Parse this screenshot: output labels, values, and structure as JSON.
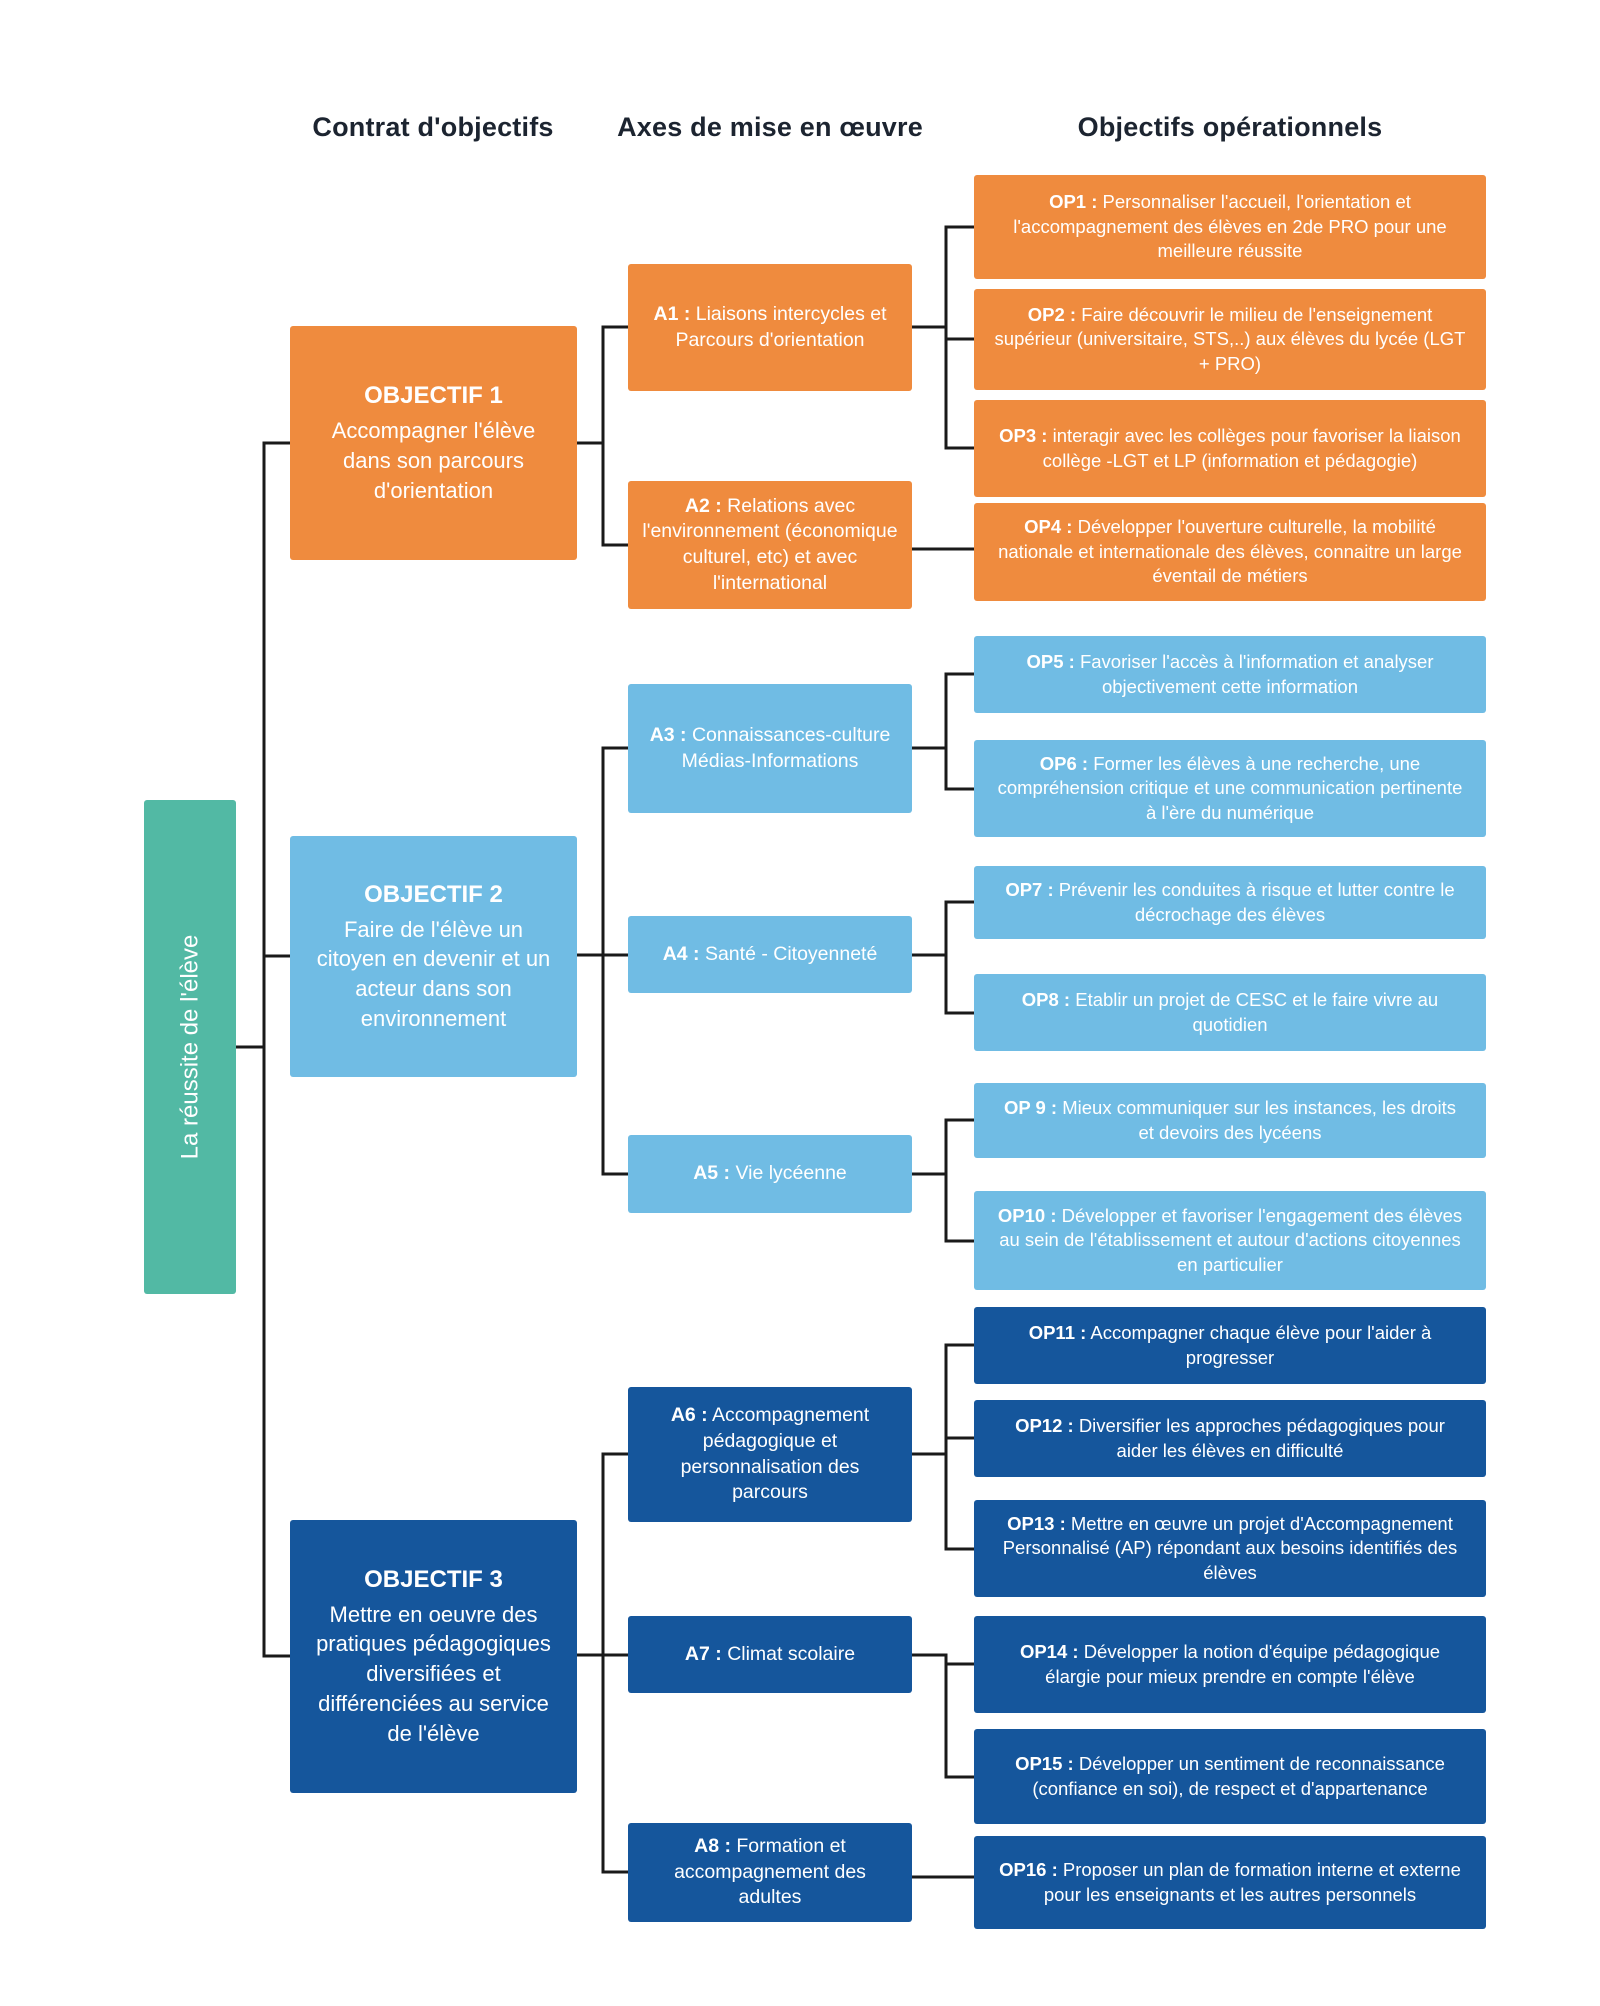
{
  "headers": [
    {
      "label": "Contrat d'objectifs"
    },
    {
      "label": "Axes de mise en œuvre"
    },
    {
      "label": "Objectifs opérationnels"
    }
  ],
  "root": {
    "label": "La réussite de l'élève"
  },
  "objectives": [
    {
      "id": "OBJECTIF 1",
      "text": "Accompagner l'élève dans son parcours d'orientation",
      "theme": "orange"
    },
    {
      "id": "OBJECTIF 2",
      "text": "Faire de l'élève un citoyen en devenir et un acteur dans son environnement",
      "theme": "light_blue"
    },
    {
      "id": "OBJECTIF 3",
      "text": "Mettre en oeuvre des pratiques pédagogiques diversifiées et différenciées au service de l'élève",
      "theme": "dark_blue"
    }
  ],
  "axes": [
    {
      "id": "A1 :",
      "text": "Liaisons intercycles et Parcours d'orientation",
      "theme": "orange"
    },
    {
      "id": "A2 :",
      "text": "Relations avec l'environnement (économique culturel, etc) et avec l'international",
      "theme": "orange"
    },
    {
      "id": "A3 :",
      "text": "Connaissances-culture Médias-Informations",
      "theme": "light_blue"
    },
    {
      "id": "A4 :",
      "text": "Santé - Citoyenneté",
      "theme": "light_blue"
    },
    {
      "id": "A5 :",
      "text": "Vie lycéenne",
      "theme": "light_blue"
    },
    {
      "id": "A6 :",
      "text": "Accompagnement pédagogique et personnalisation des parcours",
      "theme": "dark_blue"
    },
    {
      "id": "A7 :",
      "text": "Climat scolaire",
      "theme": "dark_blue"
    },
    {
      "id": "A8 :",
      "text": "Formation et accompagnement des adultes",
      "theme": "dark_blue"
    }
  ],
  "ops": [
    {
      "id": "OP1 :",
      "text": "Personnaliser l'accueil, l'orientation et l'accompagnement des élèves en 2de PRO pour une meilleure réussite",
      "theme": "orange"
    },
    {
      "id": "OP2 :",
      "text": "Faire découvrir le milieu de l'enseignement supérieur (universitaire, STS,..) aux élèves du lycée (LGT + PRO)",
      "theme": "orange"
    },
    {
      "id": "OP3 :",
      "text": "interagir avec les collèges pour favoriser la liaison collège -LGT et LP (information et pédagogie)",
      "theme": "orange"
    },
    {
      "id": "OP4 :",
      "text": "Développer l'ouverture culturelle, la mobilité nationale et internationale des élèves, connaitre un large éventail de métiers",
      "theme": "orange"
    },
    {
      "id": "OP5 :",
      "text": "Favoriser l'accès à l'information et analyser objectivement cette information",
      "theme": "light_blue"
    },
    {
      "id": "OP6 :",
      "text": "Former les élèves à une recherche, une compréhension critique et une communication pertinente à l'ère du numérique",
      "theme": "light_blue"
    },
    {
      "id": "OP7 :",
      "text": "Prévenir les conduites à risque et lutter contre le décrochage des élèves",
      "theme": "light_blue"
    },
    {
      "id": "OP8 :",
      "text": "Etablir un projet de CESC et le faire vivre au quotidien",
      "theme": "light_blue"
    },
    {
      "id": "OP 9 :",
      "text": "Mieux communiquer sur les instances, les droits et devoirs des lycéens",
      "theme": "light_blue"
    },
    {
      "id": "OP10 :",
      "text": "Développer et favoriser l'engagement des élèves au sein de l'établissement et autour d'actions citoyennes en particulier",
      "theme": "light_blue"
    },
    {
      "id": "OP11 :",
      "text": "Accompagner chaque élève pour l'aider à progresser",
      "theme": "dark_blue"
    },
    {
      "id": "OP12 :",
      "text": "Diversifier les approches pédagogiques pour aider les élèves en difficulté",
      "theme": "dark_blue"
    },
    {
      "id": "OP13 :",
      "text": "Mettre en œuvre un projet d'Accompagnement Personnalisé (AP) répondant aux besoins identifiés des élèves",
      "theme": "dark_blue"
    },
    {
      "id": "OP14 :",
      "text": "Développer la notion d'équipe pédagogique élargie pour mieux prendre en compte l'élève",
      "theme": "dark_blue"
    },
    {
      "id": "OP15 :",
      "text": "Développer un sentiment de reconnaissance (confiance en soi), de respect et d'appartenance",
      "theme": "dark_blue"
    },
    {
      "id": "OP16 :",
      "text": "Proposer un plan de formation interne et externe pour les enseignants et les autres personnels",
      "theme": "dark_blue"
    }
  ],
  "connections": {
    "root_to_objectives": [
      "OBJECTIF 1",
      "OBJECTIF 2",
      "OBJECTIF 3"
    ],
    "objective_to_axes": {
      "OBJECTIF 1": [
        "A1",
        "A2"
      ],
      "OBJECTIF 2": [
        "A3",
        "A4",
        "A5"
      ],
      "OBJECTIF 3": [
        "A6",
        "A7",
        "A8"
      ]
    },
    "axis_to_ops": {
      "A1": [
        "OP1",
        "OP2",
        "OP3"
      ],
      "A2": [
        "OP4"
      ],
      "A3": [
        "OP5",
        "OP6"
      ],
      "A4": [
        "OP7",
        "OP8"
      ],
      "A5": [
        "OP 9",
        "OP10"
      ],
      "A6": [
        "OP11",
        "OP12",
        "OP13"
      ],
      "A7": [
        "OP14",
        "OP15"
      ],
      "A8": [
        "OP16"
      ]
    }
  },
  "colors": {
    "orange": "#EF8B3E",
    "light_blue": "#70BCE4",
    "dark_blue": "#15569C",
    "teal": "#52B9A4",
    "connector": "#1A1A1A",
    "heading_text": "#1C2430",
    "background": "#FFFFFF"
  }
}
